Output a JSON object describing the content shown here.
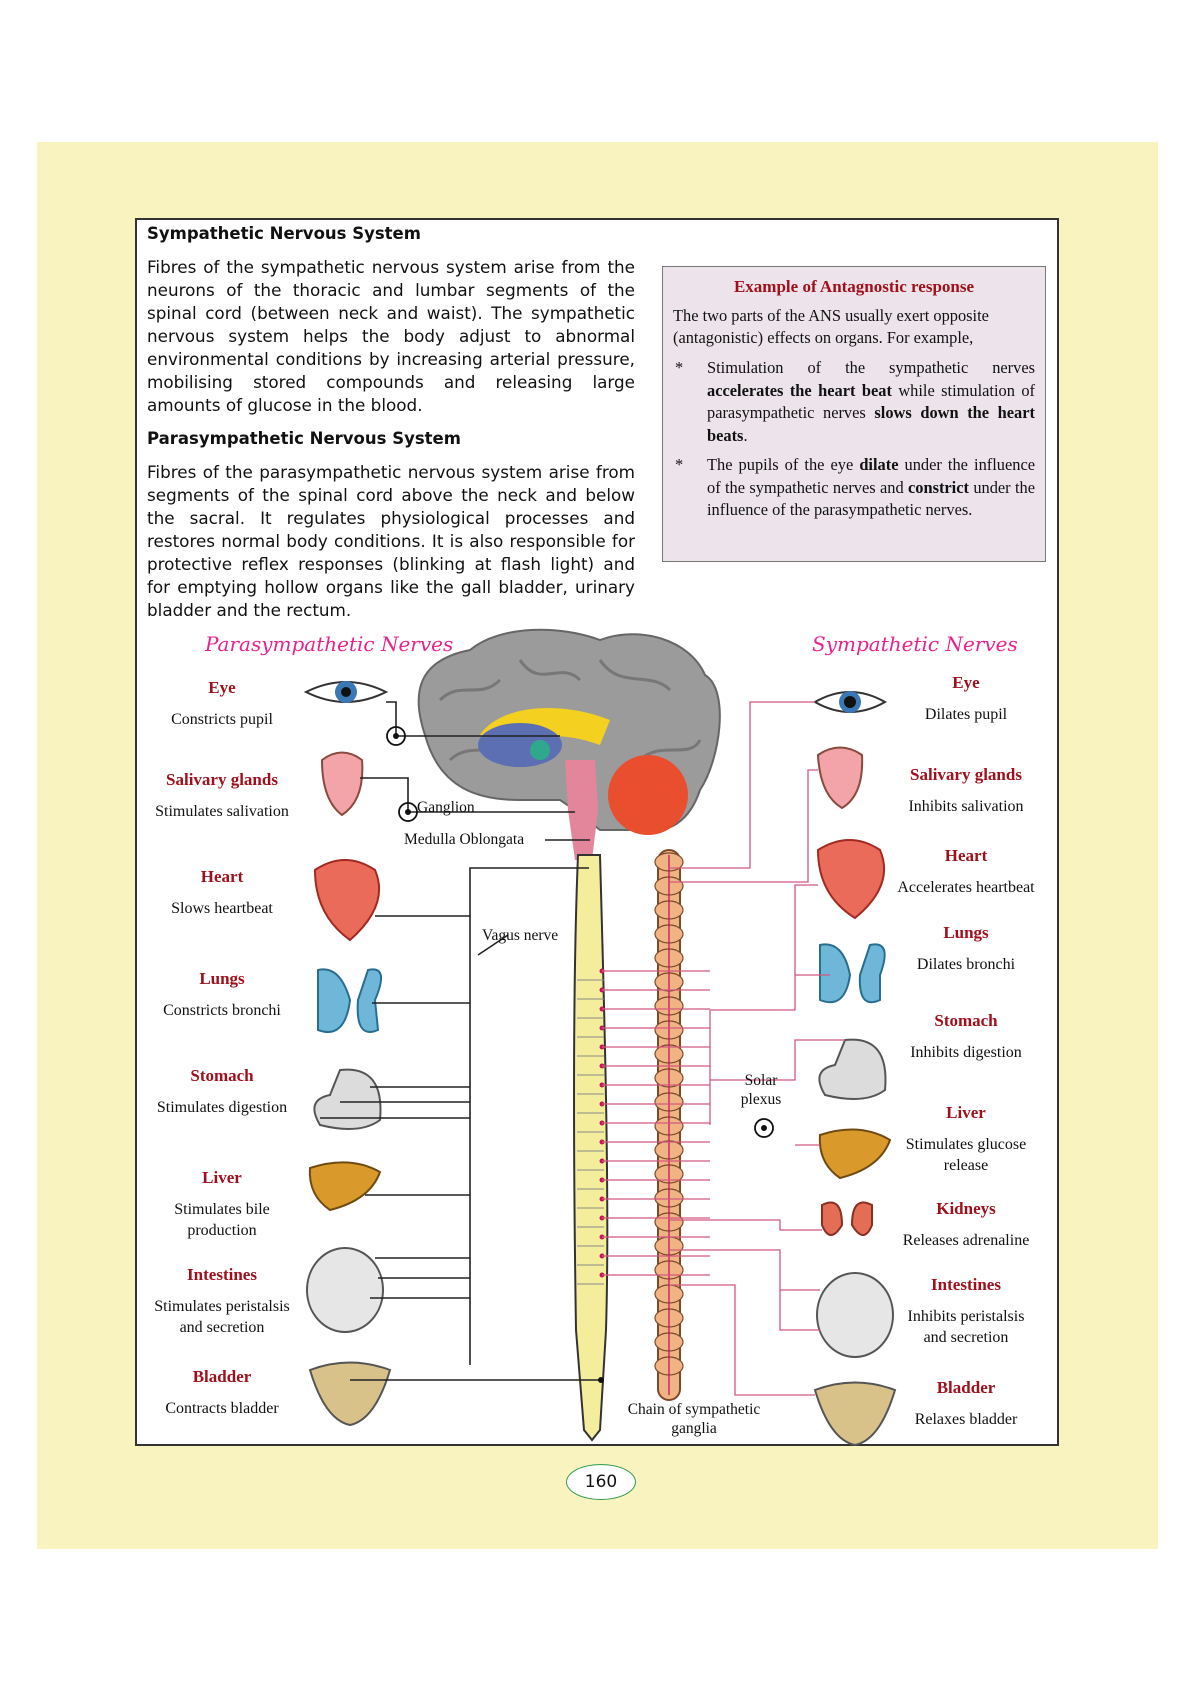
{
  "sympathetic_section": {
    "heading": "Sympathetic Nervous System",
    "paragraph": "Fibres of the sympathetic nervous system arise from the neurons of the thoracic and lumbar segments of the spinal cord (between neck and waist). The sympathetic nervous system helps the body adjust to abnormal environmental conditions by increasing arterial pressure, mobilising stored compounds and releasing large amounts of glucose in the blood."
  },
  "parasympathetic_section": {
    "heading": "Parasympathetic Nervous System",
    "paragraph": "Fibres of the parasympathetic nervous system arise from segments of the spinal cord above the neck and below the sacral. It regulates physiological processes and restores normal body conditions. It is also responsible for protective reflex responses (blinking at flash light) and for emptying hollow organs like the gall bladder, urinary bladder and the rectum."
  },
  "example_box": {
    "title": "Example of Antagnostic response",
    "intro": "The two parts of the ANS usually exert opposite (antagonistic) effects on organs. For example,",
    "bullet_symbol": "*",
    "bullet1": {
      "t1": "Stimulation of the sympathetic nerves ",
      "b1": "accelerates the heart beat",
      "t2": " while stimulation of parasympathetic nerves ",
      "b2": "slows down the heart beats",
      "t3": "."
    },
    "bullet2": {
      "t1": "The pupils of the eye ",
      "b1": "dilate",
      "t2": " under the influence of the sympathetic nerves and ",
      "b2": "constrict",
      "t3": " under the influence of the parasympathetic nerves."
    }
  },
  "diagram": {
    "parasympathetic_heading": "Parasympathetic Nerves",
    "sympathetic_heading": "Sympathetic Nerves",
    "parasympathetic_organs": [
      {
        "name": "Eye",
        "effect": "Constricts pupil"
      },
      {
        "name": "Salivary glands",
        "effect": "Stimulates salivation"
      },
      {
        "name": "Heart",
        "effect": "Slows heartbeat"
      },
      {
        "name": "Lungs",
        "effect": "Constricts bronchi"
      },
      {
        "name": "Stomach",
        "effect": "Stimulates digestion"
      },
      {
        "name": "Liver",
        "effect": "Stimulates bile production"
      },
      {
        "name": "Intestines",
        "effect": "Stimulates peristalsis and secretion"
      },
      {
        "name": "Bladder",
        "effect": "Contracts bladder"
      }
    ],
    "sympathetic_organs": [
      {
        "name": "Eye",
        "effect": "Dilates pupil"
      },
      {
        "name": "Salivary glands",
        "effect": "Inhibits salivation"
      },
      {
        "name": "Heart",
        "effect": "Accelerates heartbeat"
      },
      {
        "name": "Lungs",
        "effect": "Dilates bronchi"
      },
      {
        "name": "Stomach",
        "effect": "Inhibits digestion"
      },
      {
        "name": "Liver",
        "effect": "Stimulates glucose release"
      },
      {
        "name": "Kidneys",
        "effect": "Releases adrenaline"
      },
      {
        "name": "Intestines",
        "effect": "Inhibits peristalsis and secretion"
      },
      {
        "name": "Bladder",
        "effect": "Relaxes bladder"
      }
    ],
    "labels": {
      "ganglion": "Ganglion",
      "medulla": "Medulla Oblongata",
      "vagus": "Vagus nerve",
      "solar": "Solar plexus",
      "chain": "Chain of sympathetic ganglia"
    }
  },
  "page_number": "160",
  "colors": {
    "page_background": "#f8f3bf",
    "organ_name": "#a0101c",
    "section_heading_pink": "#e7238f",
    "box_background": "#ece4ea",
    "sympathetic_line": "#d2577f",
    "page_number_border": "#2e9a4d"
  }
}
